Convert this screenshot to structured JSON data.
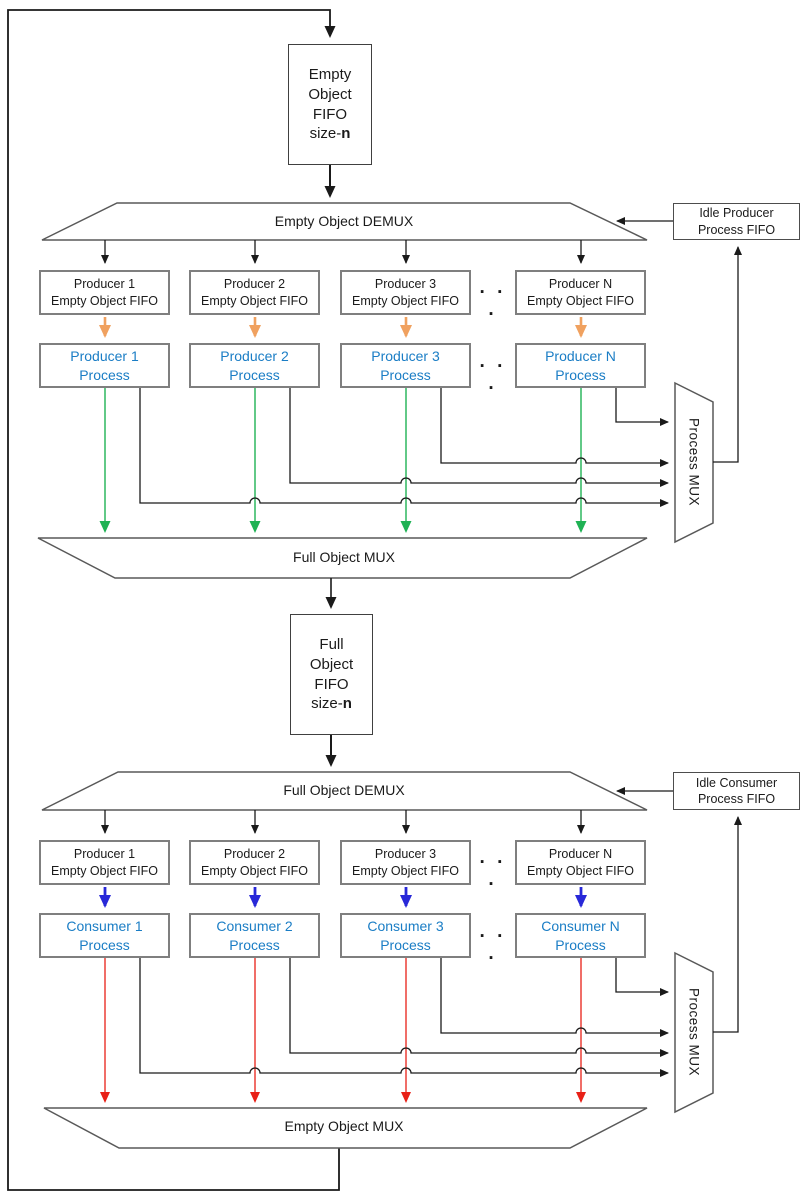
{
  "ellipsis": "· · ·",
  "colors": {
    "produce_in_arrow": "#F0A15F",
    "produce_out_arrow": "#1FB254",
    "consume_in_arrow": "#2828D8",
    "consume_out_arrow": "#E82017",
    "process_label_text": "#1A7DC5",
    "wire": "#1a1a1a",
    "box_border": "#7f7f7f"
  },
  "top_fifo": {
    "line1": "Empty",
    "line2": "Object",
    "line3": "FIFO",
    "size_label": "size-",
    "size_value": "n"
  },
  "empty_demux_label": "Empty Object DEMUX",
  "idle_producer": {
    "line1": "Idle Producer",
    "line2": "Process FIFO"
  },
  "producer_fifos": [
    {
      "line1": "Producer 1",
      "line2": "Empty Object FIFO"
    },
    {
      "line1": "Producer 2",
      "line2": "Empty Object FIFO"
    },
    {
      "line1": "Producer 3",
      "line2": "Empty Object FIFO"
    },
    {
      "line1": "Producer N",
      "line2": "Empty Object FIFO"
    }
  ],
  "producer_processes": [
    {
      "line1": "Producer 1",
      "line2": "Process"
    },
    {
      "line1": "Producer 2",
      "line2": "Process"
    },
    {
      "line1": "Producer 3",
      "line2": "Process"
    },
    {
      "line1": "Producer N",
      "line2": "Process"
    }
  ],
  "process_mux_label": "Process MUX",
  "full_mux_label": "Full Object MUX",
  "mid_fifo": {
    "line1": "Full",
    "line2": "Object",
    "line3": "FIFO",
    "size_label": "size-",
    "size_value": "n"
  },
  "full_demux_label": "Full Object DEMUX",
  "idle_consumer": {
    "line1": "Idle Consumer",
    "line2": "Process FIFO"
  },
  "consumer_fifos": [
    {
      "line1": "Producer 1",
      "line2": "Empty Object FIFO"
    },
    {
      "line1": "Producer 2",
      "line2": "Empty Object FIFO"
    },
    {
      "line1": "Producer 3",
      "line2": "Empty Object FIFO"
    },
    {
      "line1": "Producer N",
      "line2": "Empty Object FIFO"
    }
  ],
  "consumer_processes": [
    {
      "line1": "Consumer 1",
      "line2": "Process"
    },
    {
      "line1": "Consumer 2",
      "line2": "Process"
    },
    {
      "line1": "Consumer 3",
      "line2": "Process"
    },
    {
      "line1": "Consumer N",
      "line2": "Process"
    }
  ],
  "empty_mux_label": "Empty Object MUX"
}
